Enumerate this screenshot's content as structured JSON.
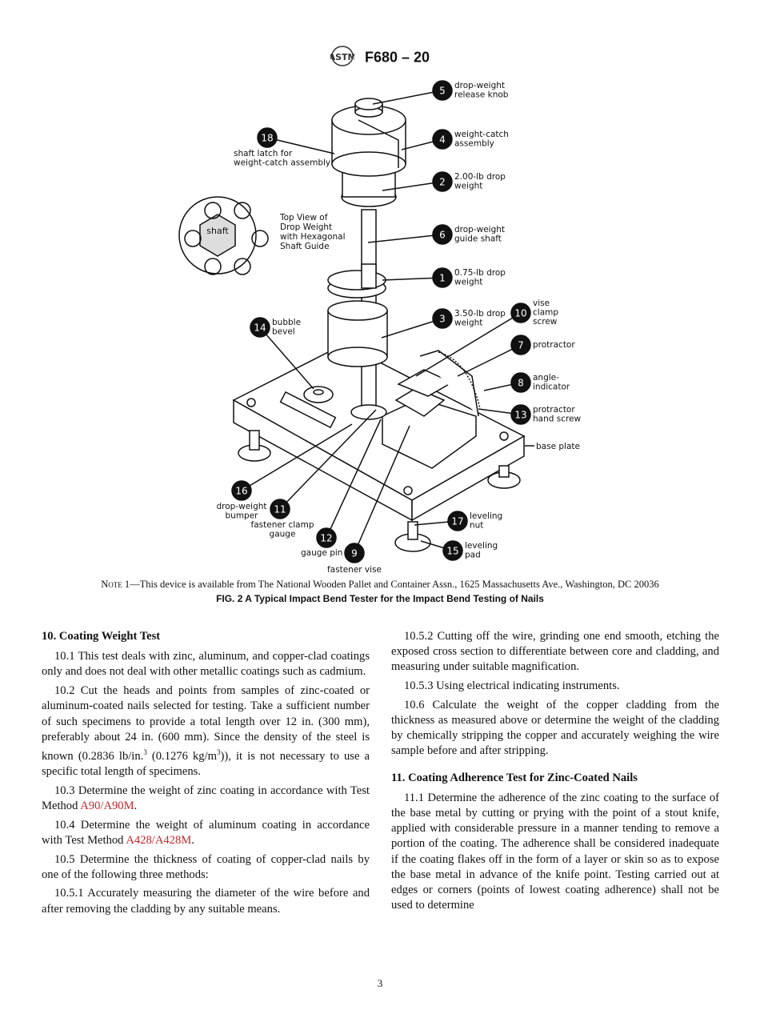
{
  "header": {
    "designation": "F680 – 20",
    "logo_text": "ASTM"
  },
  "figure": {
    "callouts": [
      {
        "num": "5",
        "label": [
          "drop-weight",
          "release knob"
        ]
      },
      {
        "num": "4",
        "label": [
          "weight-catch",
          "assembly"
        ]
      },
      {
        "num": "18",
        "label": [
          "shaft latch for",
          "weight-catch assembly"
        ]
      },
      {
        "num": "2",
        "label": [
          "2.00-lb drop",
          "weight"
        ]
      },
      {
        "num": "6",
        "label": [
          "drop-weight",
          "guide shaft"
        ]
      },
      {
        "num": "1",
        "label": [
          "0.75-lb drop",
          "weight"
        ]
      },
      {
        "num": "3",
        "label": [
          "3.50-lb drop",
          "weight"
        ]
      },
      {
        "num": "10",
        "label": [
          "vise",
          "clamp",
          "screw"
        ]
      },
      {
        "num": "14",
        "label": [
          "bubble",
          "bevel"
        ]
      },
      {
        "num": "7",
        "label": [
          "protractor"
        ]
      },
      {
        "num": "8",
        "label": [
          "angle-",
          "indicator"
        ]
      },
      {
        "num": "13",
        "label": [
          "protractor",
          "hand screw"
        ]
      },
      {
        "num": "16",
        "label": [
          "drop-weight",
          "bumper"
        ]
      },
      {
        "num": "11",
        "label": [
          "fastener clamp",
          "gauge"
        ]
      },
      {
        "num": "12",
        "label": [
          "gauge pin"
        ]
      },
      {
        "num": "9",
        "label": [
          "fastener vise"
        ]
      },
      {
        "num": "17",
        "label": [
          "leveling",
          "nut"
        ]
      },
      {
        "num": "15",
        "label": [
          "leveling",
          "pad"
        ]
      }
    ],
    "base_plate_label": "base plate",
    "top_view_label": [
      "Top View of",
      "Drop Weight",
      "with Hexagonal",
      "Shaft Guide"
    ],
    "shaft_label": "shaft",
    "note_prefix": "Note 1",
    "note_text": "—This device is available from The National Wooden Pallet and Container Assn., 1625 Massachusetts Ave., Washington, DC 20036",
    "caption": "FIG. 2 A Typical Impact Bend Tester for the Impact Bend Testing of Nails"
  },
  "left_column": {
    "s10_heading": "10. Coating Weight Test",
    "p10_1": "10.1 This test deals with zinc, aluminum, and copper-clad coatings only and does not deal with other metallic coatings such as cadmium.",
    "p10_2a": "10.2 Cut the heads and points from samples of zinc-coated or aluminum-coated nails selected for testing. Take a sufficient number of such specimens to provide a total length over 12 in. (300 mm), preferably about 24 in. (600 mm). Since the density of the steel is known (0.2836 lb/in.",
    "p10_2b": " (0.1276 kg/m",
    "p10_2c": ")), it is not necessary to use a specific total length of specimens.",
    "sup3": "3",
    "p10_3a": "10.3 Determine the weight of zinc coating in accordance with Test Method ",
    "p10_3_link": "A90/A90M",
    "p10_4a": "10.4 Determine the weight of aluminum coating in accordance with Test Method ",
    "p10_4_link": "A428/A428M",
    "period": ".",
    "p10_5": "10.5 Determine the thickness of coating of copper-clad nails by one of the following three methods:",
    "p10_5_1": "10.5.1 Accurately measuring the diameter of the wire before and after removing the cladding by any suitable means."
  },
  "right_column": {
    "p10_5_2": "10.5.2 Cutting off the wire, grinding one end smooth, etching the exposed cross section to differentiate between core and cladding, and measuring under suitable magnification.",
    "p10_5_3": "10.5.3 Using electrical indicating instruments.",
    "p10_6": "10.6 Calculate the weight of the copper cladding from the thickness as measured above or determine the weight of the cladding by chemically stripping the copper and accurately weighing the wire sample before and after stripping.",
    "s11_heading": "11. Coating Adherence Test for Zinc-Coated Nails",
    "p11_1": "11.1 Determine the adherence of the zinc coating to the surface of the base metal by cutting or prying with the point of a stout knife, applied with considerable pressure in a manner tending to remove a portion of the coating. The adherence shall be considered inadequate if the coating flakes off in the form of a layer or skin so as to expose the base metal in advance of the knife point. Testing carried out at edges or corners (points of lowest coating adherence) shall not be used to determine"
  },
  "page_number": "3"
}
